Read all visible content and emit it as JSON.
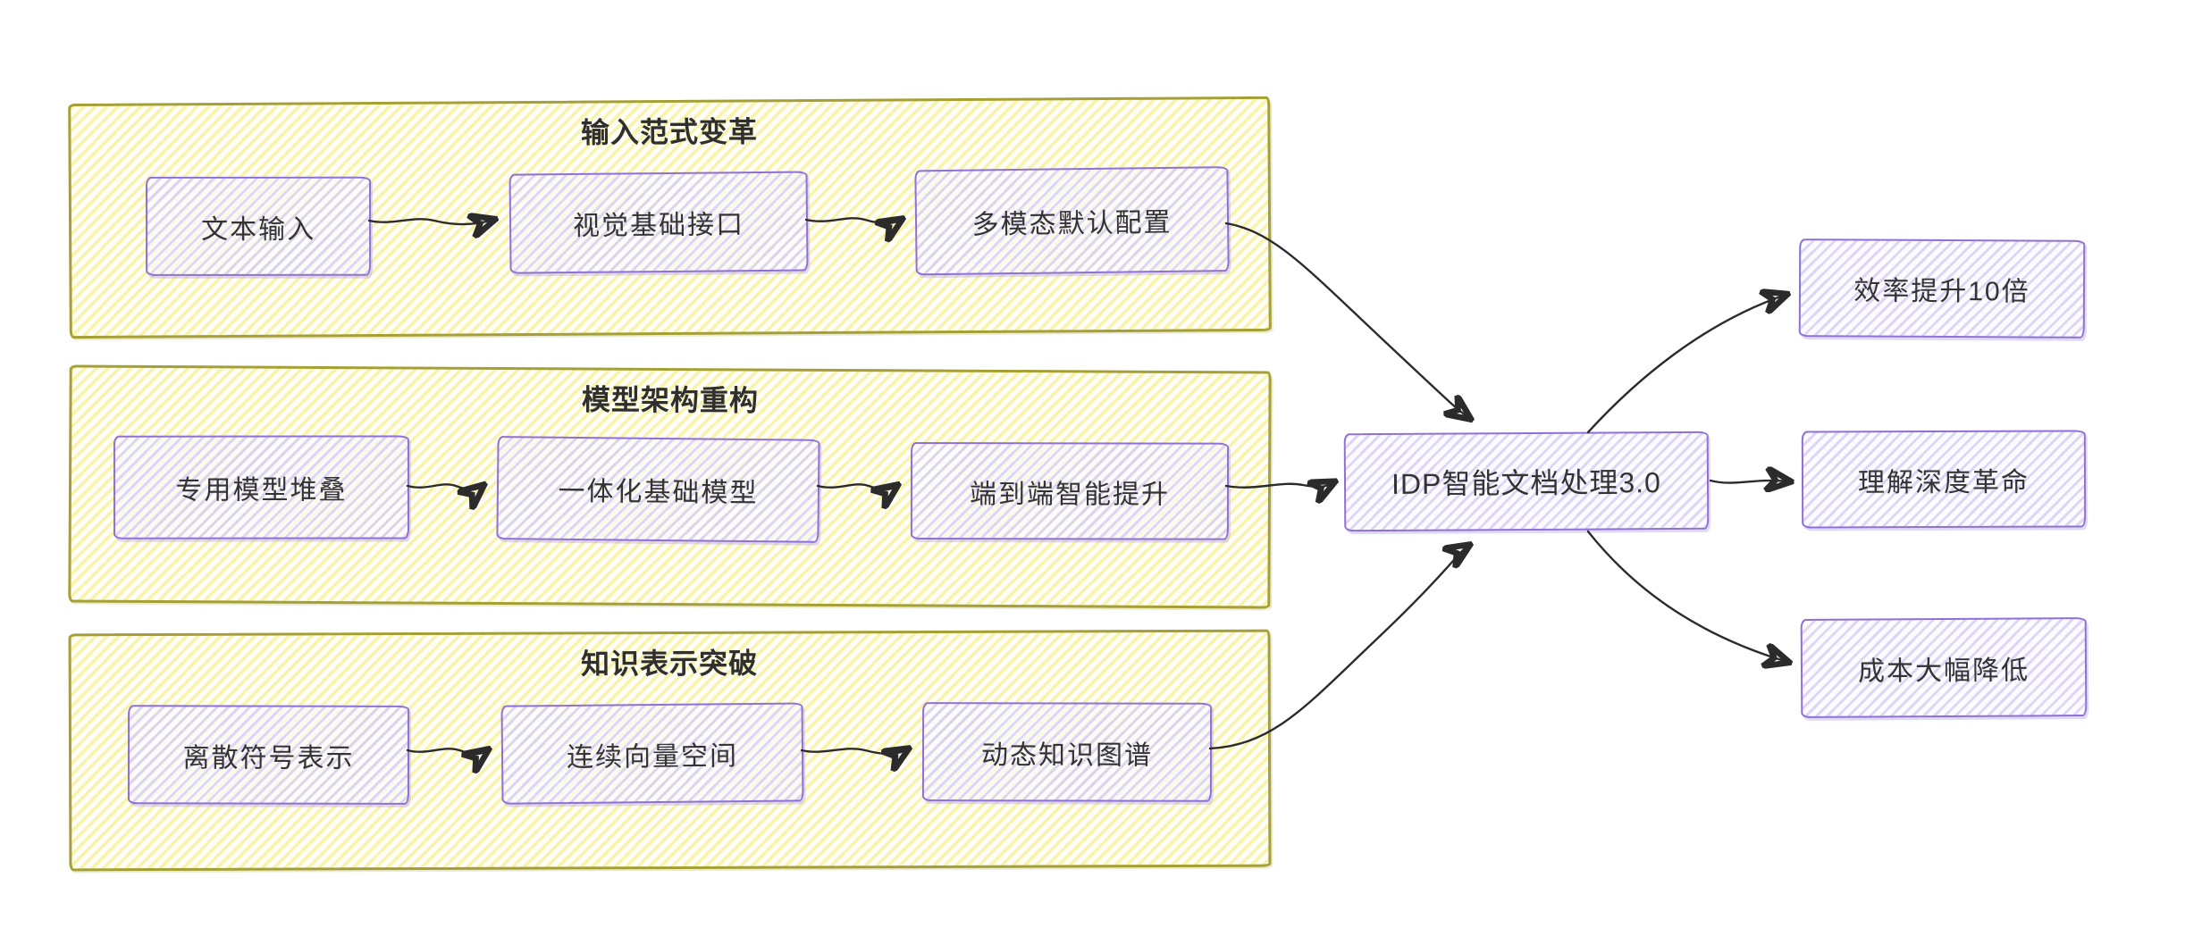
{
  "diagram": {
    "groups": [
      {
        "title": "输入范式变革",
        "nodes": [
          "文本输入",
          "视觉基础接口",
          "多模态默认配置"
        ]
      },
      {
        "title": "模型架构重构",
        "nodes": [
          "专用模型堆叠",
          "一体化基础模型",
          "端到端智能提升"
        ]
      },
      {
        "title": "知识表示突破",
        "nodes": [
          "离散符号表示",
          "连续向量空间",
          "动态知识图谱"
        ]
      }
    ],
    "center_node": {
      "label": "IDP智能文档处理3.0"
    },
    "output_nodes": [
      {
        "label": "效率提升10倍"
      },
      {
        "label": "理解深度革命"
      },
      {
        "label": "成本大幅降低"
      }
    ],
    "colors": {
      "group_border": "#a5a035",
      "group_fill": "#f7f099",
      "node_border": "#8f6fd8",
      "node_fill": "#e6defa",
      "text": "#333333",
      "arrow": "#2b2b2b",
      "background": "#ffffff"
    }
  }
}
